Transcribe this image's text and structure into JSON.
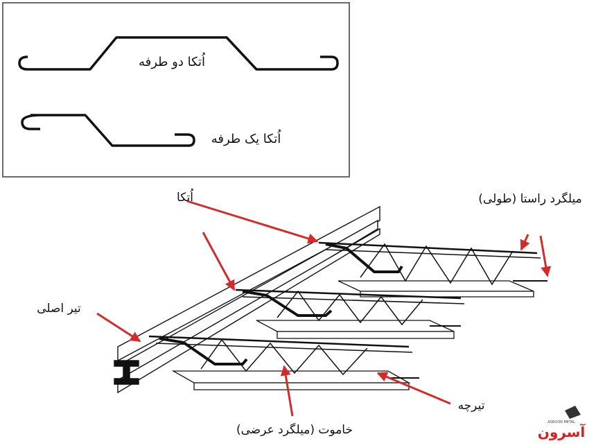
{
  "inset": {
    "double_anchor_label": "اُتکا دو طرفه",
    "single_anchor_label": "اُتکا یک طرفه"
  },
  "labels": {
    "anchor": "اُتکا",
    "main_beam": "تیر اصلی",
    "longitudinal_rebar": "میلگرد راستا (طولی)",
    "joist": "تیرچه",
    "stirrup": "خاموت (میلگرد عرضی)"
  },
  "logo": {
    "name": "آسرون",
    "subtitle": "ASROON METAL"
  },
  "colors": {
    "arrow": "#d42a2a",
    "line": "#111111",
    "inset_border": "#6a6a6a",
    "logo": "#d61f1f"
  }
}
